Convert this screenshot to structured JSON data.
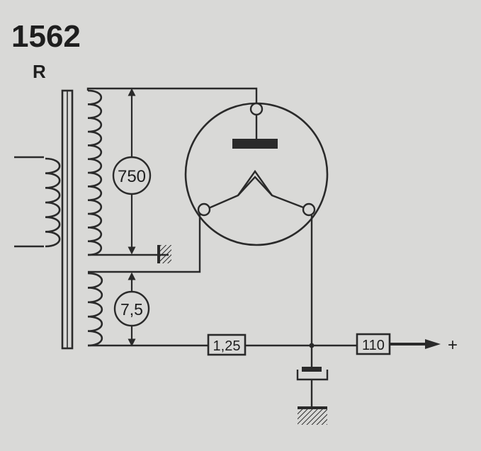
{
  "header": {
    "number": "1562",
    "letter": "R"
  },
  "components": {
    "high_voltage_winding": "750",
    "filament_winding": "7,5",
    "filament_resistor": "1,25",
    "output_resistor": "110",
    "positive_terminal": "+"
  },
  "colors": {
    "ink": "#2a2a2a",
    "paper": "#d9d9d7"
  }
}
